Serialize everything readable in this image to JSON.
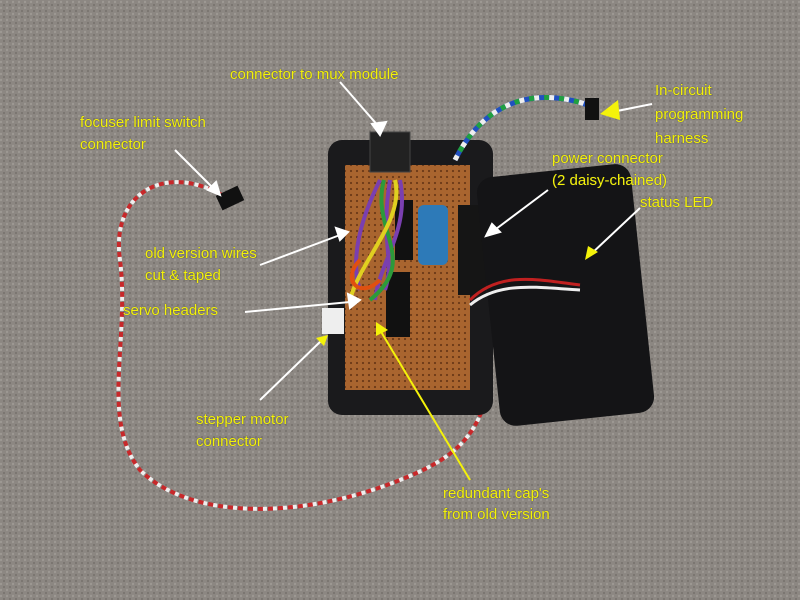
{
  "annotations": {
    "mux": "connector to mux module",
    "icp_1": "In-circuit",
    "icp_2": "programming",
    "icp_3": "harness",
    "focuser_1": "focuser limit switch",
    "focuser_2": "connector",
    "power_1": "power connector",
    "power_2": "(2 daisy-chained)",
    "status": "status LED",
    "oldwires_1": "old version wires",
    "oldwires_2": "cut & taped",
    "servo": "servo headers",
    "stepper_1": "stepper motor",
    "stepper_2": "connector",
    "caps_1": "redundant cap's",
    "caps_2": "from old version"
  },
  "colors": {
    "label": "#f4f20a",
    "carpet": "#8a8580",
    "enclosure": "#1a1a1c",
    "board": "#a8642e"
  }
}
